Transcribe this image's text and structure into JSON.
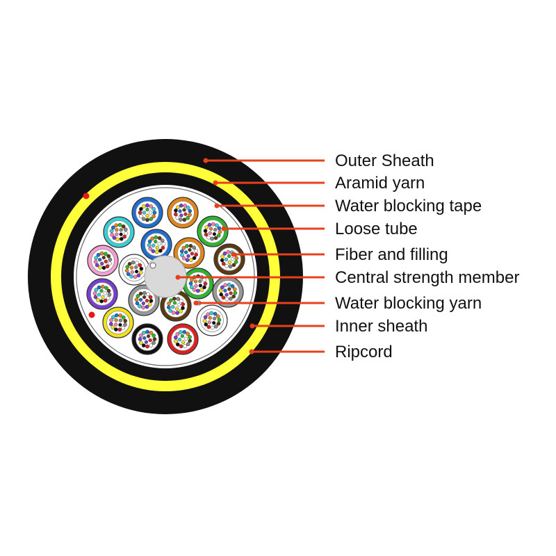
{
  "labels": [
    {
      "key": "outer_sheath",
      "text": "Outer Sheath"
    },
    {
      "key": "aramid_yarn",
      "text": "Aramid yarn"
    },
    {
      "key": "water_blocking_tape",
      "text": "Water blocking tape"
    },
    {
      "key": "loose_tube",
      "text": "Loose tube"
    },
    {
      "key": "fiber_and_filling",
      "text": "Fiber and filling"
    },
    {
      "key": "central_strength_member",
      "text": "Central strength member"
    },
    {
      "key": "water_blocking_yarn",
      "text": "Water blocking yarn"
    },
    {
      "key": "inner_sheath",
      "text": "Inner sheath"
    },
    {
      "key": "ripcord",
      "text": "Ripcord"
    }
  ],
  "colors": {
    "leader_line": "#e8401c",
    "outer_sheath": "#111111",
    "aramid_yarn": "#ffff3a",
    "inner_sheath": "#111111",
    "tape": "#ffffff",
    "core_fill": "#ffffff",
    "central_member": "#d9d9d9",
    "ripcord": "#e8191c",
    "fiber_colors": [
      "#1f6fd1",
      "#e2861a",
      "#2fb52f",
      "#5a3a10",
      "#888888",
      "#ffffff",
      "#e02020",
      "#111111",
      "#f2e21a",
      "#7a3fd0",
      "#ff7fb0",
      "#35d0d8"
    ]
  },
  "tubes": [
    {
      "name": "blue",
      "color": "#1f6fd1"
    },
    {
      "name": "orange",
      "color": "#e2861a"
    },
    {
      "name": "green",
      "color": "#2fb52f"
    },
    {
      "name": "brown",
      "color": "#5a3a10"
    },
    {
      "name": "slate",
      "color": "#999999"
    },
    {
      "name": "white",
      "color": "#ffffff"
    },
    {
      "name": "red",
      "color": "#e02020"
    },
    {
      "name": "black",
      "color": "#111111"
    },
    {
      "name": "yellow",
      "color": "#f2e21a"
    },
    {
      "name": "violet",
      "color": "#7a3fd0"
    },
    {
      "name": "rose",
      "color": "#f5a0d0"
    },
    {
      "name": "aqua",
      "color": "#35d0d8"
    },
    {
      "name": "blue",
      "color": "#1f6fd1"
    },
    {
      "name": "orange",
      "color": "#e2861a"
    },
    {
      "name": "green",
      "color": "#2fb52f"
    },
    {
      "name": "brown",
      "color": "#5a3a10"
    },
    {
      "name": "slate",
      "color": "#999999"
    },
    {
      "name": "white",
      "color": "#ffffff"
    }
  ]
}
